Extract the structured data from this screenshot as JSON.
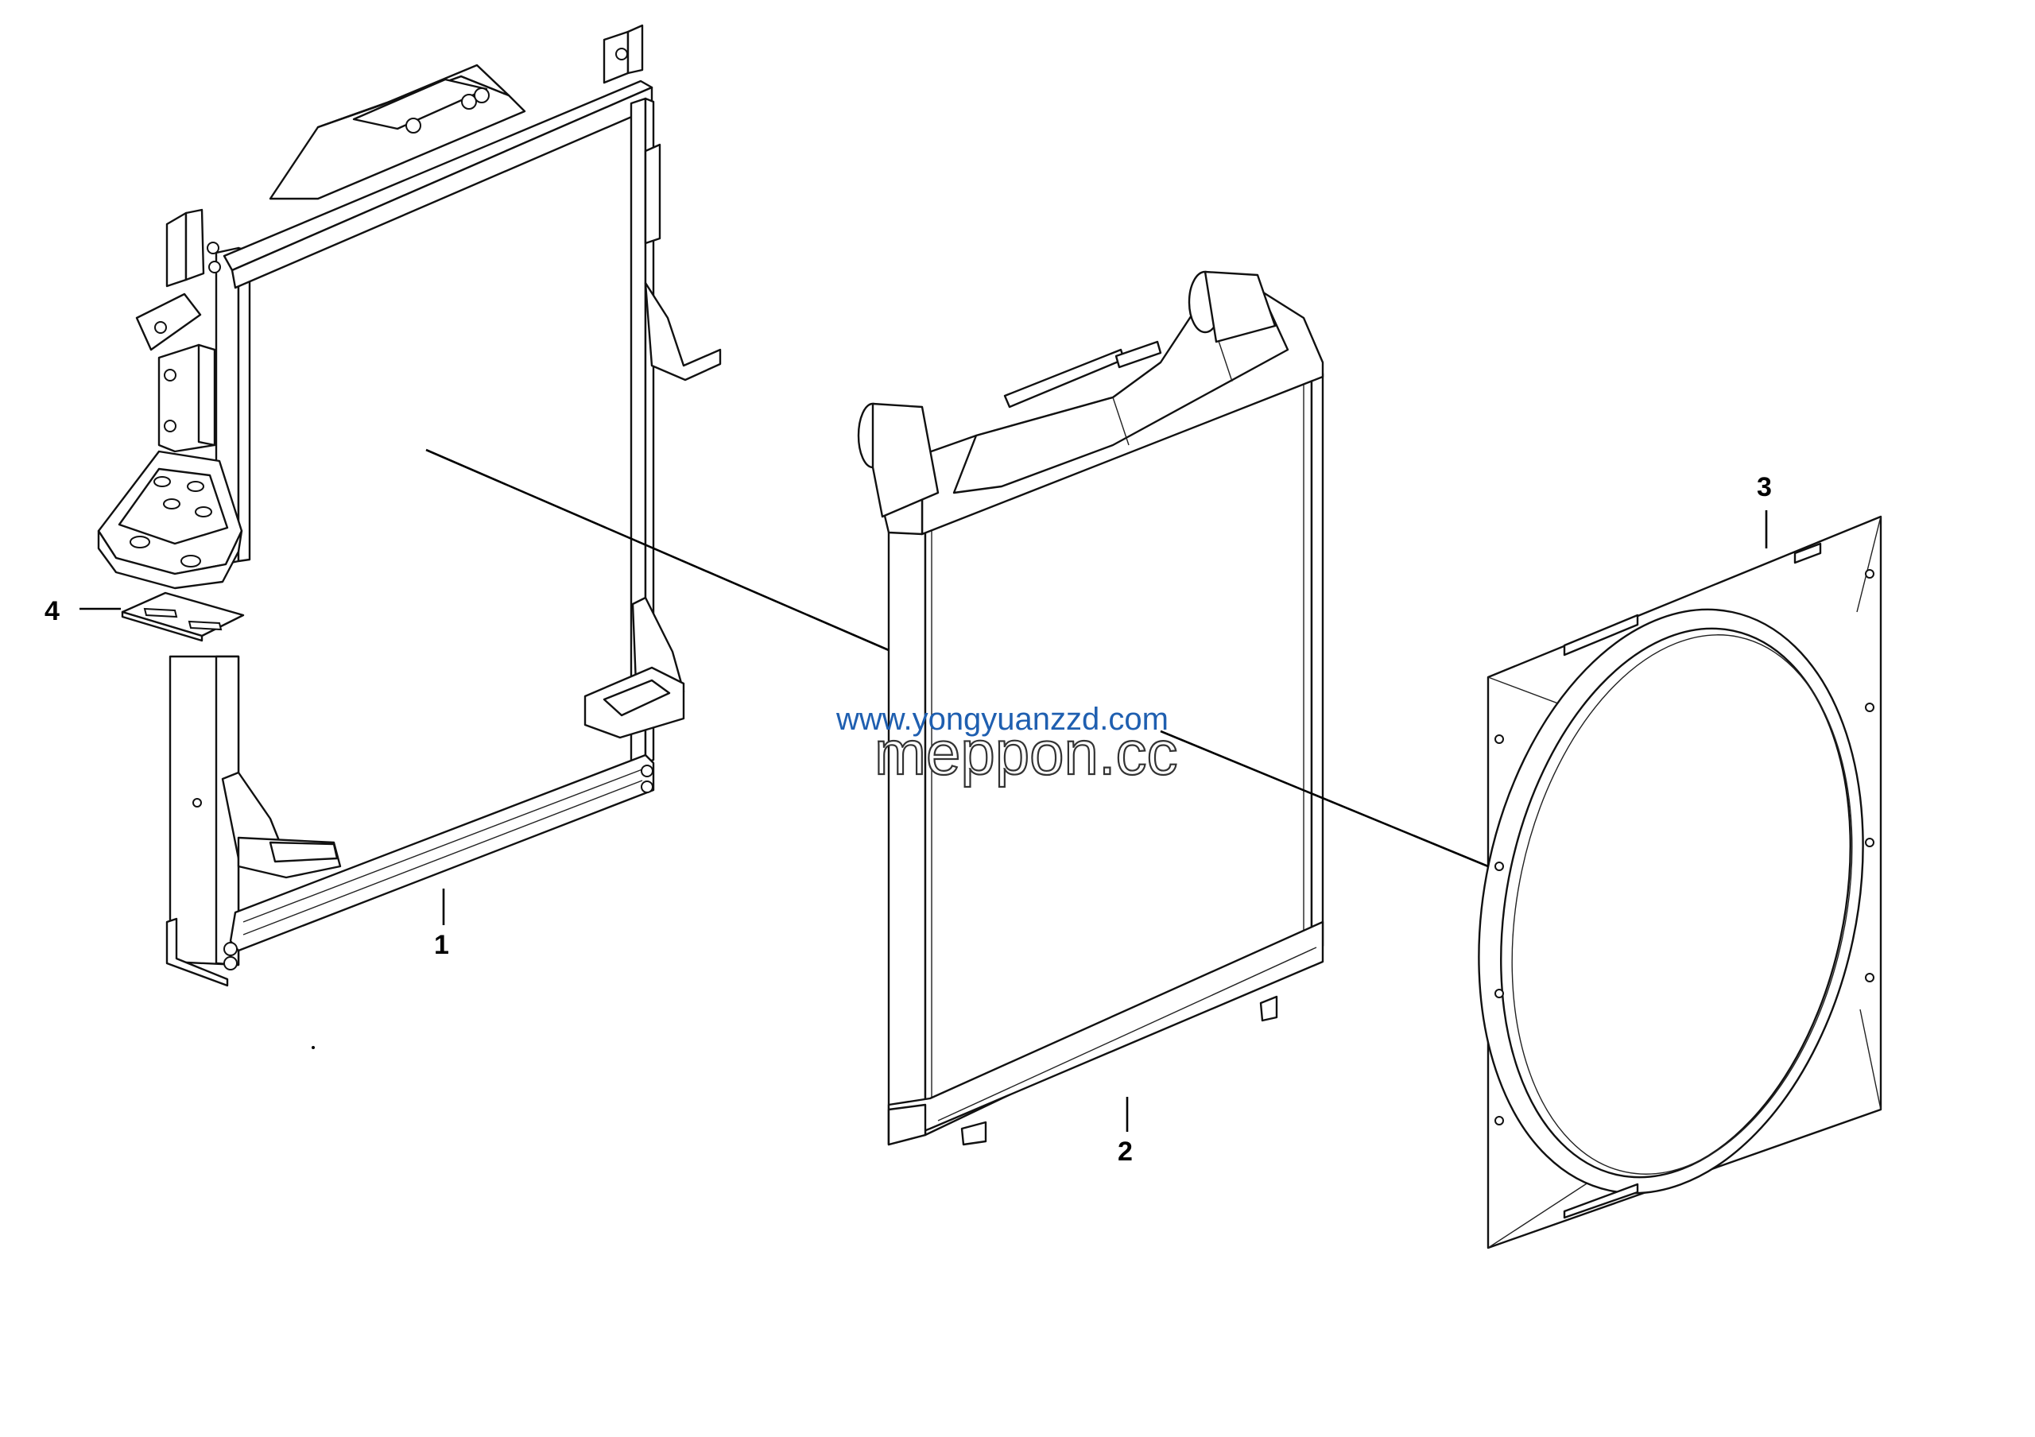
{
  "diagram": {
    "callouts": [
      {
        "id": "1",
        "label": "1"
      },
      {
        "id": "2",
        "label": "2"
      },
      {
        "id": "3",
        "label": "3"
      },
      {
        "id": "4",
        "label": "4"
      }
    ],
    "watermarks": {
      "line1": "www.yongyuanzzd.com",
      "line2": "meppon.cc"
    },
    "colors": {
      "line": "#111111",
      "watermark_blue": "#1f5fb0",
      "background": "#ffffff"
    }
  }
}
